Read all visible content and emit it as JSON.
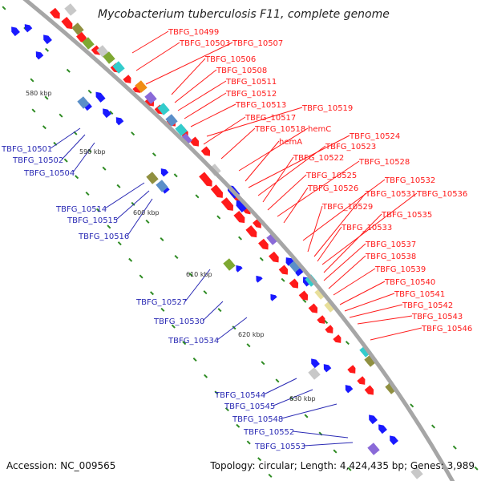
{
  "title": "Mycobacterium tuberculosis F11, complete genome",
  "accession": "Accession: NC_009565",
  "topology": "Topology: circular; Length: 4,424,435 bp; Genes: 3,989",
  "colors": {
    "backbone": "#a6a6a6",
    "forward_gene": "#ff1a1a",
    "reverse_gene": "#1919ff",
    "forward_label": "#ff1a1a",
    "reverse_label": "#2a2ab4",
    "tick": "#2e8b23",
    "cog_gray": "#c8c8c8",
    "cog_green": "#7ea832",
    "cog_cyan": "#33cccc",
    "cog_olive": "#909040",
    "cog_khaki": "#e8df9a",
    "cog_purple": "#8a6ad8",
    "cog_steel": "#5b8fc8",
    "cog_orange": "#f08c14"
  },
  "kbp_labels": [
    "580 kbp",
    "590 kbp",
    "600 kbp",
    "610 kbp",
    "620 kbp",
    "630 kbp"
  ],
  "forward_labels": [
    "TBFG_10499",
    "TBFG_10503",
    "TBFG_10507",
    "TBFG_10506",
    "TBFG_10508",
    "TBFG_10511",
    "TBFG_10512",
    "TBFG_10513",
    "TBFG_10519",
    "TBFG_10517",
    "TBFG_10518",
    "hemC",
    "hemA",
    "TBFG_10524",
    "TBFG_10523",
    "TBFG_10522",
    "TBFG_10528",
    "TBFG_10525",
    "TBFG_10532",
    "TBFG_10526",
    "TBFG_10531",
    "TBFG_10536",
    "TBFG_10529",
    "TBFG_10535",
    "TBFG_10533",
    "TBFG_10537",
    "TBFG_10538",
    "TBFG_10539",
    "TBFG_10540",
    "TBFG_10541",
    "TBFG_10542",
    "TBFG_10543",
    "TBFG_10546"
  ],
  "reverse_labels": [
    "TBFG_10501",
    "TBFG_10502",
    "TBFG_10504",
    "TBFG_10514",
    "TBFG_10515",
    "TBFG_10516",
    "TBFG_10527",
    "TBFG_10530",
    "TBFG_10534",
    "TBFG_10544",
    "TBFG_10545",
    "TBFG_10548",
    "TBFG_10552",
    "TBFG_10553"
  ]
}
